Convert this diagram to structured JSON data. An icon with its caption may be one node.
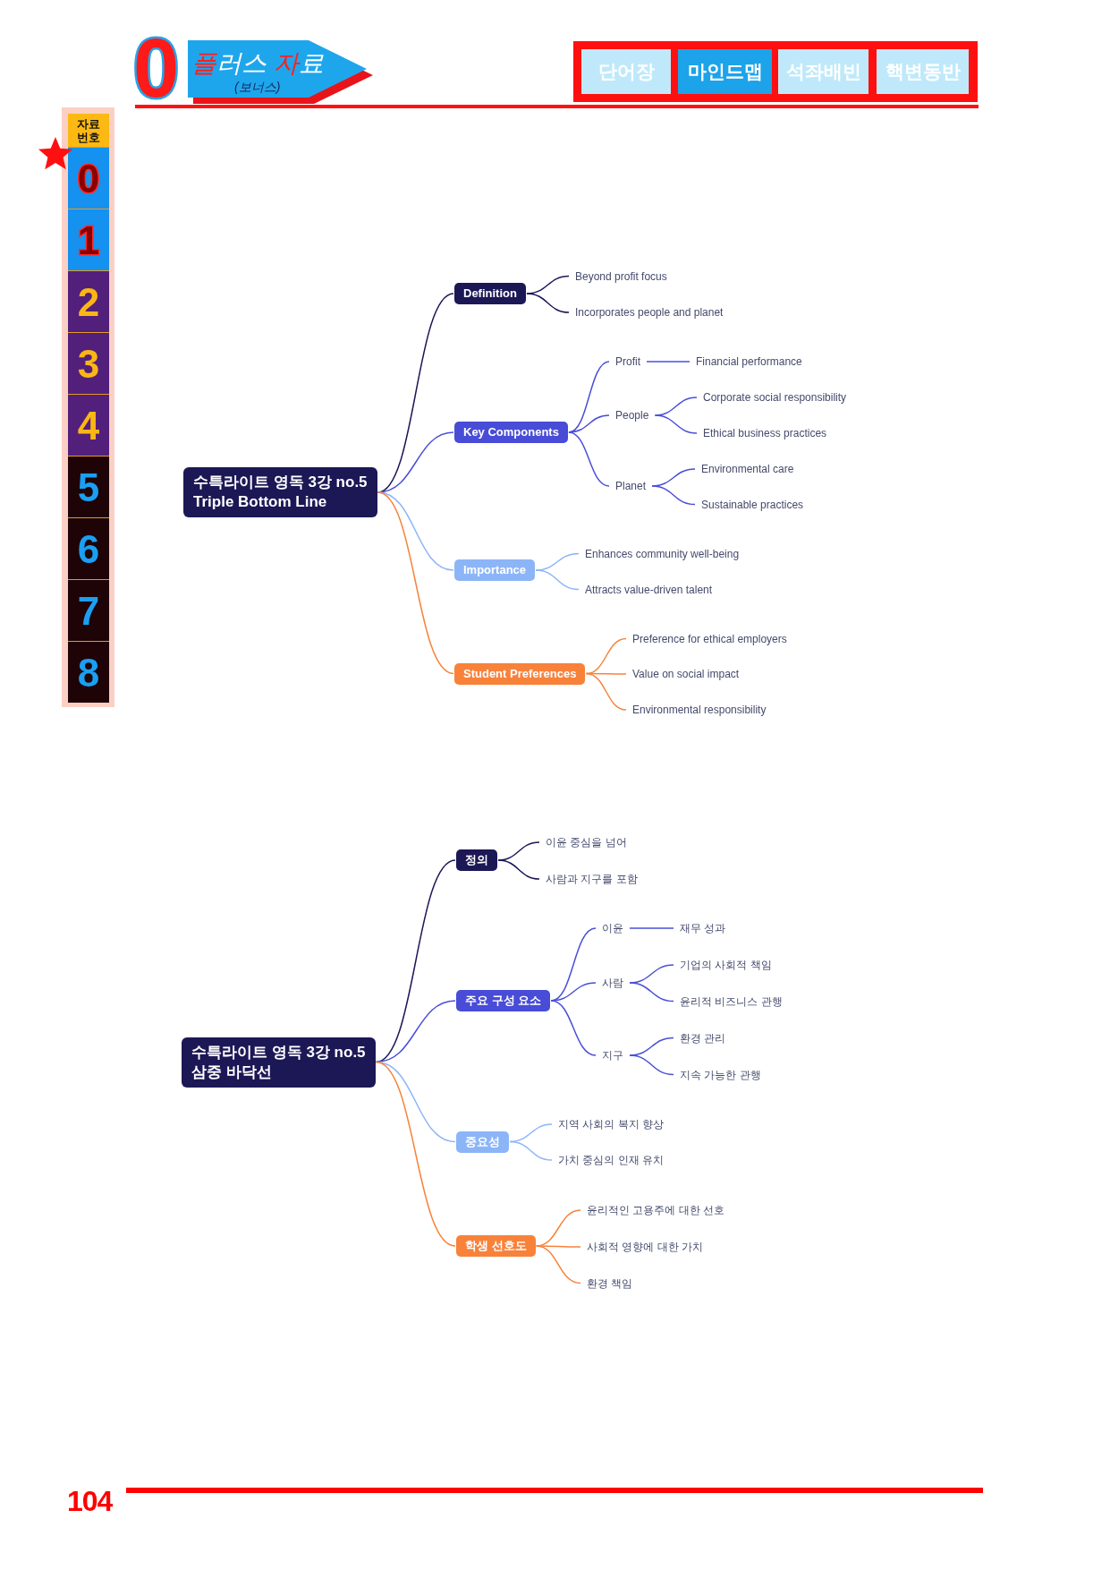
{
  "diagram": {
    "nodes": [
      {
        "text": [
          "플러스 자료",
          "(보너스)"
        ]
      },
      {
        "text": [
          "단어장"
        ]
      },
      {
        "text": [
          "마인드맵"
        ]
      },
      {
        "text": [
          "석좌배빈"
        ]
      },
      {
        "text": [
          "핵변동반"
        ]
      },
      {
        "text": [
          "자료 번호"
        ]
      },
      {
        "text": [
          "0"
        ]
      },
      {
        "text": [
          "1"
        ]
      },
      {
        "text": [
          "2"
        ]
      },
      {
        "text": [
          "3"
        ]
      },
      {
        "text": [
          "4"
        ]
      },
      {
        "text": [
          "5"
        ]
      },
      {
        "text": [
          "6"
        ]
      },
      {
        "text": [
          "7"
        ]
      },
      {
        "text": [
          "8"
        ]
      },
      {
        "text": [
          "수특라이트 영독 3강 no.5",
          "Triple Bottom Line"
        ]
      },
      {
        "text": [
          "Definition"
        ]
      },
      {
        "text": [
          "Beyond profit focus"
        ]
      },
      {
        "text": [
          "Incorporates people and planet"
        ]
      },
      {
        "text": [
          "Key Components"
        ]
      },
      {
        "text": [
          "Profit"
        ]
      },
      {
        "text": [
          "Financial performance"
        ]
      },
      {
        "text": [
          "People"
        ]
      },
      {
        "text": [
          "Corporate social responsibility"
        ]
      },
      {
        "text": [
          "Ethical business practices"
        ]
      },
      {
        "text": [
          "Planet"
        ]
      },
      {
        "text": [
          "Environmental care"
        ]
      },
      {
        "text": [
          "Sustainable practices"
        ]
      },
      {
        "text": [
          "Importance"
        ]
      },
      {
        "text": [
          "Enhances community well-being"
        ]
      },
      {
        "text": [
          "Attracts value-driven talent"
        ]
      },
      {
        "text": [
          "Student Preferences"
        ]
      },
      {
        "text": [
          "Preference for ethical employers"
        ]
      },
      {
        "text": [
          "Value on social impact"
        ]
      },
      {
        "text": [
          "Environmental responsibility"
        ]
      },
      {
        "text": [
          "수특라이트 영독 3강 no.5",
          "삼중 바닥선"
        ]
      },
      {
        "text": [
          "정의"
        ]
      },
      {
        "text": [
          "이윤 중심을 넘어"
        ]
      },
      {
        "text": [
          "사람과 지구를 포함"
        ]
      },
      {
        "text": [
          "주요 구성 요소"
        ]
      },
      {
        "text": [
          "이윤"
        ]
      },
      {
        "text": [
          "재무 성과"
        ]
      },
      {
        "text": [
          "사람"
        ]
      },
      {
        "text": [
          "기업의 사회적 책임"
        ]
      },
      {
        "text": [
          "윤리적 비즈니스 관행"
        ]
      },
      {
        "text": [
          "지구"
        ]
      },
      {
        "text": [
          "환경 관리"
        ]
      },
      {
        "text": [
          "지속 가능한 관행"
        ]
      },
      {
        "text": [
          "중요성"
        ]
      },
      {
        "text": [
          "지역 사회의 복지 향상"
        ]
      },
      {
        "text": [
          "가치 중심의 인재 유치"
        ]
      },
      {
        "text": [
          "학생 선호도"
        ]
      },
      {
        "text": [
          "윤리적인 고용주에 대한 선호"
        ]
      },
      {
        "text": [
          "사회적 영향에 대한 가치"
        ]
      },
      {
        "text": [
          "환경 책임"
        ]
      }
    ],
    "edges": [
      {
        "from": 15,
        "to": 16,
        "arrow": "none",
        "color": "#1c1856"
      },
      {
        "from": 16,
        "to": 17,
        "arrow": "none",
        "color": "#1c1856"
      },
      {
        "from": 16,
        "to": 18,
        "arrow": "none",
        "color": "#1c1856"
      },
      {
        "from": 15,
        "to": 19,
        "arrow": "none"
      },
      {
        "from": 19,
        "to": 20,
        "arrow": "none"
      },
      {
        "from": 20,
        "to": 21,
        "arrow": "none"
      },
      {
        "from": 19,
        "to": 22,
        "arrow": "none"
      },
      {
        "from": 22,
        "to": 23,
        "arrow": "none"
      },
      {
        "from": 22,
        "to": 24,
        "arrow": "none"
      },
      {
        "from": 19,
        "to": 25,
        "arrow": "none"
      },
      {
        "from": 25,
        "to": 26,
        "arrow": "none"
      },
      {
        "from": 25,
        "to": 27,
        "arrow": "none"
      },
      {
        "from": 15,
        "to": 28,
        "arrow": "none",
        "color": "#8cb5f8"
      },
      {
        "from": 28,
        "to": 29,
        "arrow": "none",
        "color": "#8cb5f8"
      },
      {
        "from": 28,
        "to": 30,
        "arrow": "none",
        "color": "#8cb5f8"
      },
      {
        "from": 15,
        "to": 31,
        "arrow": "none",
        "color": "#f8823a"
      },
      {
        "from": 31,
        "to": 32,
        "arrow": "none",
        "color": "#f8823a"
      },
      {
        "from": 31,
        "to": 33,
        "arrow": "none",
        "color": "#f8823a"
      },
      {
        "from": 31,
        "to": 34,
        "arrow": "none",
        "color": "#f8823a"
      },
      {
        "from": 35,
        "to": 36,
        "arrow": "none",
        "color": "#1c1856"
      },
      {
        "from": 36,
        "to": 37,
        "arrow": "none",
        "color": "#1c1856"
      },
      {
        "from": 36,
        "to": 38,
        "arrow": "none",
        "color": "#1c1856"
      },
      {
        "from": 35,
        "to": 39,
        "arrow": "none"
      },
      {
        "from": 39,
        "to": 40,
        "arrow": "none"
      },
      {
        "from": 40,
        "to": 41,
        "arrow": "none"
      },
      {
        "from": 39,
        "to": 42,
        "arrow": "none"
      },
      {
        "from": 42,
        "to": 43,
        "arrow": "none"
      },
      {
        "from": 42,
        "to": 44,
        "arrow": "none"
      },
      {
        "from": 39,
        "to": 45,
        "arrow": "none"
      },
      {
        "from": 45,
        "to": 46,
        "arrow": "none"
      },
      {
        "from": 45,
        "to": 47,
        "arrow": "none"
      },
      {
        "from": 35,
        "to": 48,
        "arrow": "none",
        "color": "#8cb5f8"
      },
      {
        "from": 48,
        "to": 49,
        "arrow": "none",
        "color": "#8cb5f8"
      },
      {
        "from": 48,
        "to": 50,
        "arrow": "none",
        "color": "#8cb5f8"
      },
      {
        "from": 35,
        "to": 51,
        "arrow": "none",
        "color": "#f8823a"
      },
      {
        "from": 51,
        "to": 52,
        "arrow": "none",
        "color": "#f8823a"
      },
      {
        "from": 51,
        "to": 53,
        "arrow": "none",
        "color": "#f8823a"
      },
      {
        "from": 51,
        "to": 54,
        "arrow": "none",
        "color": "#f8823a"
      }
    ],
    "labels": [
      "0",
      "104"
    ]
  }
}
